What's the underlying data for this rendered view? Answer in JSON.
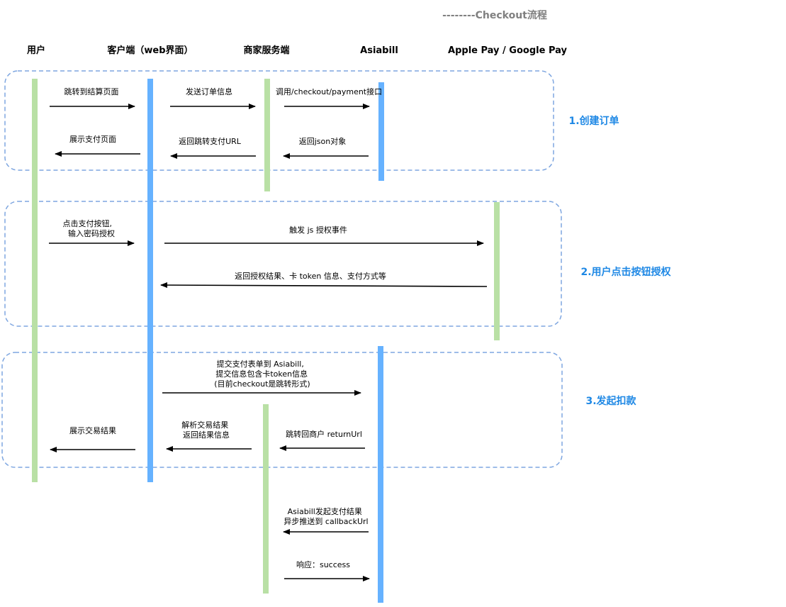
{
  "title": "--------Checkout流程",
  "participants": {
    "user": "用户",
    "client": "客户端（web界面）",
    "merchant": "商家服务端",
    "asiabill": "Asiabill",
    "wallet": "Apple Pay / Google Pay"
  },
  "phases": {
    "p1": "1.创建订单",
    "p2": "2.用户点击按钮授权",
    "p3": "3.发起扣款"
  },
  "messages": {
    "m1": [
      "跳转到结算页面"
    ],
    "m2": [
      "发送订单信息"
    ],
    "m3": [
      "调用/checkout/payment接口"
    ],
    "m4": [
      "展示支付页面"
    ],
    "m5": [
      "返回跳转支付URL"
    ],
    "m6": [
      "返回json对象"
    ],
    "m7": [
      "点击支付按钮,",
      "输入密码授权"
    ],
    "m8": [
      "触发 js 授权事件"
    ],
    "m9": [
      "返回授权结果、卡 token 信息、支付方式等"
    ],
    "m10": [
      "提交支付表单到 Asiabill,",
      "提交信息包含卡token信息",
      "(目前checkout是跳转形式)"
    ],
    "m11": [
      "展示交易结果"
    ],
    "m12": [
      "解析交易结果",
      "返回结果信息"
    ],
    "m13": [
      "跳转回商户 returnUrl"
    ],
    "m14": [
      "Asiabill发起支付结果",
      "异步推送到 callbackUrl"
    ],
    "m15": [
      "响应：success"
    ]
  },
  "colors": {
    "green_lifeline": "#b9e0a5",
    "blue_lifeline": "#66b2ff",
    "phase_border": "#7ea6e0",
    "phase_label": "#1e88e5",
    "title": "#808080"
  }
}
